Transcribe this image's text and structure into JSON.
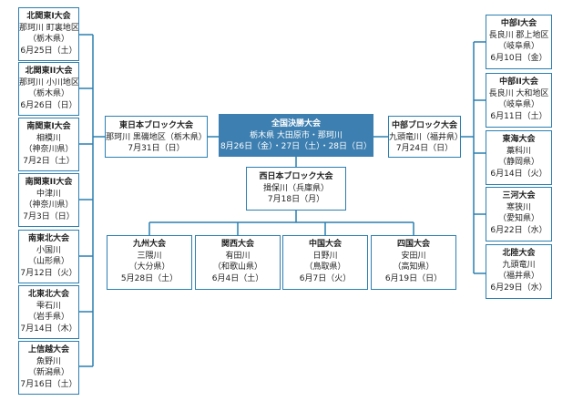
{
  "left_column": [
    {
      "title": "北関東I大会",
      "l1": "那珂川 町裏地区",
      "l2": "（栃木県）",
      "l3": "6月25日（土）"
    },
    {
      "title": "北関東II大会",
      "l1": "那珂川 小川地区",
      "l2": "（栃木県）",
      "l3": "6月26日（日）"
    },
    {
      "title": "南関東I大会",
      "l1": "相模川",
      "l2": "（神奈川県）",
      "l3": "7月2日（土）"
    },
    {
      "title": "南関東II大会",
      "l1": "中津川",
      "l2": "（神奈川県）",
      "l3": "7月3日（日）"
    },
    {
      "title": "南東北大会",
      "l1": "小国川",
      "l2": "（山形県）",
      "l3": "7月12日（火）"
    },
    {
      "title": "北東北大会",
      "l1": "雫石川",
      "l2": "（岩手県）",
      "l3": "7月14日（木）"
    },
    {
      "title": "上信越大会",
      "l1": "魚野川",
      "l2": "（新潟県）",
      "l3": "7月16日（土）"
    }
  ],
  "right_column": [
    {
      "title": "中部I大会",
      "l1": "長良川 郡上地区",
      "l2": "（岐阜県）",
      "l3": "6月10日（金）"
    },
    {
      "title": "中部II大会",
      "l1": "長良川 大和地区",
      "l2": "（岐阜県）",
      "l3": "6月11日（土）"
    },
    {
      "title": "東海大会",
      "l1": "藁科川",
      "l2": "（静岡県）",
      "l3": "6月14日（火）"
    },
    {
      "title": "三河大会",
      "l1": "寒狭川",
      "l2": "（愛知県）",
      "l3": "6月22日（水）"
    },
    {
      "title": "北陸大会",
      "l1": "九頭竜川",
      "l2": "（福井県）",
      "l3": "6月29日（水）"
    }
  ],
  "east_block": {
    "title": "東日本ブロック大会",
    "l1": "那珂川 黒磯地区（栃木県）",
    "l2": "7月31日（日）"
  },
  "final": {
    "title": "全国決勝大会",
    "l1": "栃木県 大田原市・那珂川",
    "l2": "8月26日（金）・27日（土）・28日（日）"
  },
  "central_block": {
    "title": "中部ブロック大会",
    "l1": "九頭竜川（福井県）",
    "l2": "7月24日（日）"
  },
  "west_block": {
    "title": "西日本ブロック大会",
    "l1": "揖保川（兵庫県）",
    "l2": "7月18日（月）"
  },
  "bottom_row": [
    {
      "title": "九州大会",
      "l1": "三隈川",
      "l2": "（大分県）",
      "l3": "5月28日（土）"
    },
    {
      "title": "関西大会",
      "l1": "有田川",
      "l2": "（和歌山県）",
      "l3": "6月4日（土）"
    },
    {
      "title": "中国大会",
      "l1": "日野川",
      "l2": "（鳥取県）",
      "l3": "6月7日（火）"
    },
    {
      "title": "四国大会",
      "l1": "安田川",
      "l2": "（高知県）",
      "l3": "6月19日（日）"
    }
  ],
  "colors": {
    "line": "#2b7fb0",
    "final_fill": "#3d7fb0"
  }
}
